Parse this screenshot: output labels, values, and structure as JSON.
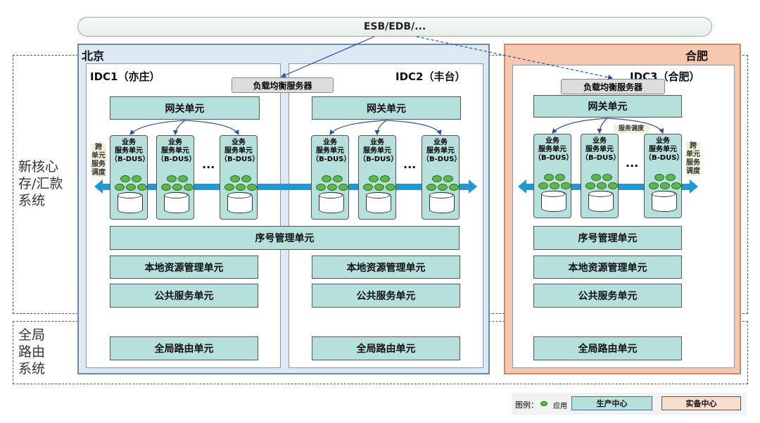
{
  "esb": "ESB/EDB/...",
  "systems": {
    "core": [
      "新核心",
      "存/汇款",
      "系统"
    ],
    "routing": [
      "全局",
      "路由",
      "系统"
    ]
  },
  "beijing": {
    "title": "北京",
    "idc1": "IDC1（亦庄）",
    "idc2": "IDC2（丰台）",
    "lb": "负载均衡服务器"
  },
  "hefei": {
    "title": "合肥",
    "idc3": "IDC3（合肥）",
    "lb": "负载均衡服务器",
    "dispatch": "服务调度"
  },
  "units": {
    "gateway": "网关单元",
    "seq": "序号管理单元",
    "local": "本地资源管理单元",
    "public": "公共服务单元",
    "global": "全局路由单元",
    "ellipsis": "...",
    "bdus": [
      "业务",
      "服务单元",
      "（B-DUS）"
    ],
    "cross": [
      "跨",
      "单元",
      "服务",
      "调度"
    ]
  },
  "legend": {
    "label": "图例：",
    "app": "应用",
    "prod": "生产中心",
    "backup": "实备中心"
  },
  "colors": {
    "unit": "#b5e0dc",
    "beijing": "#dce9f2",
    "hefei": "#f7c8ae",
    "app": "#5cb84a",
    "bus": "#1a9ad6"
  }
}
